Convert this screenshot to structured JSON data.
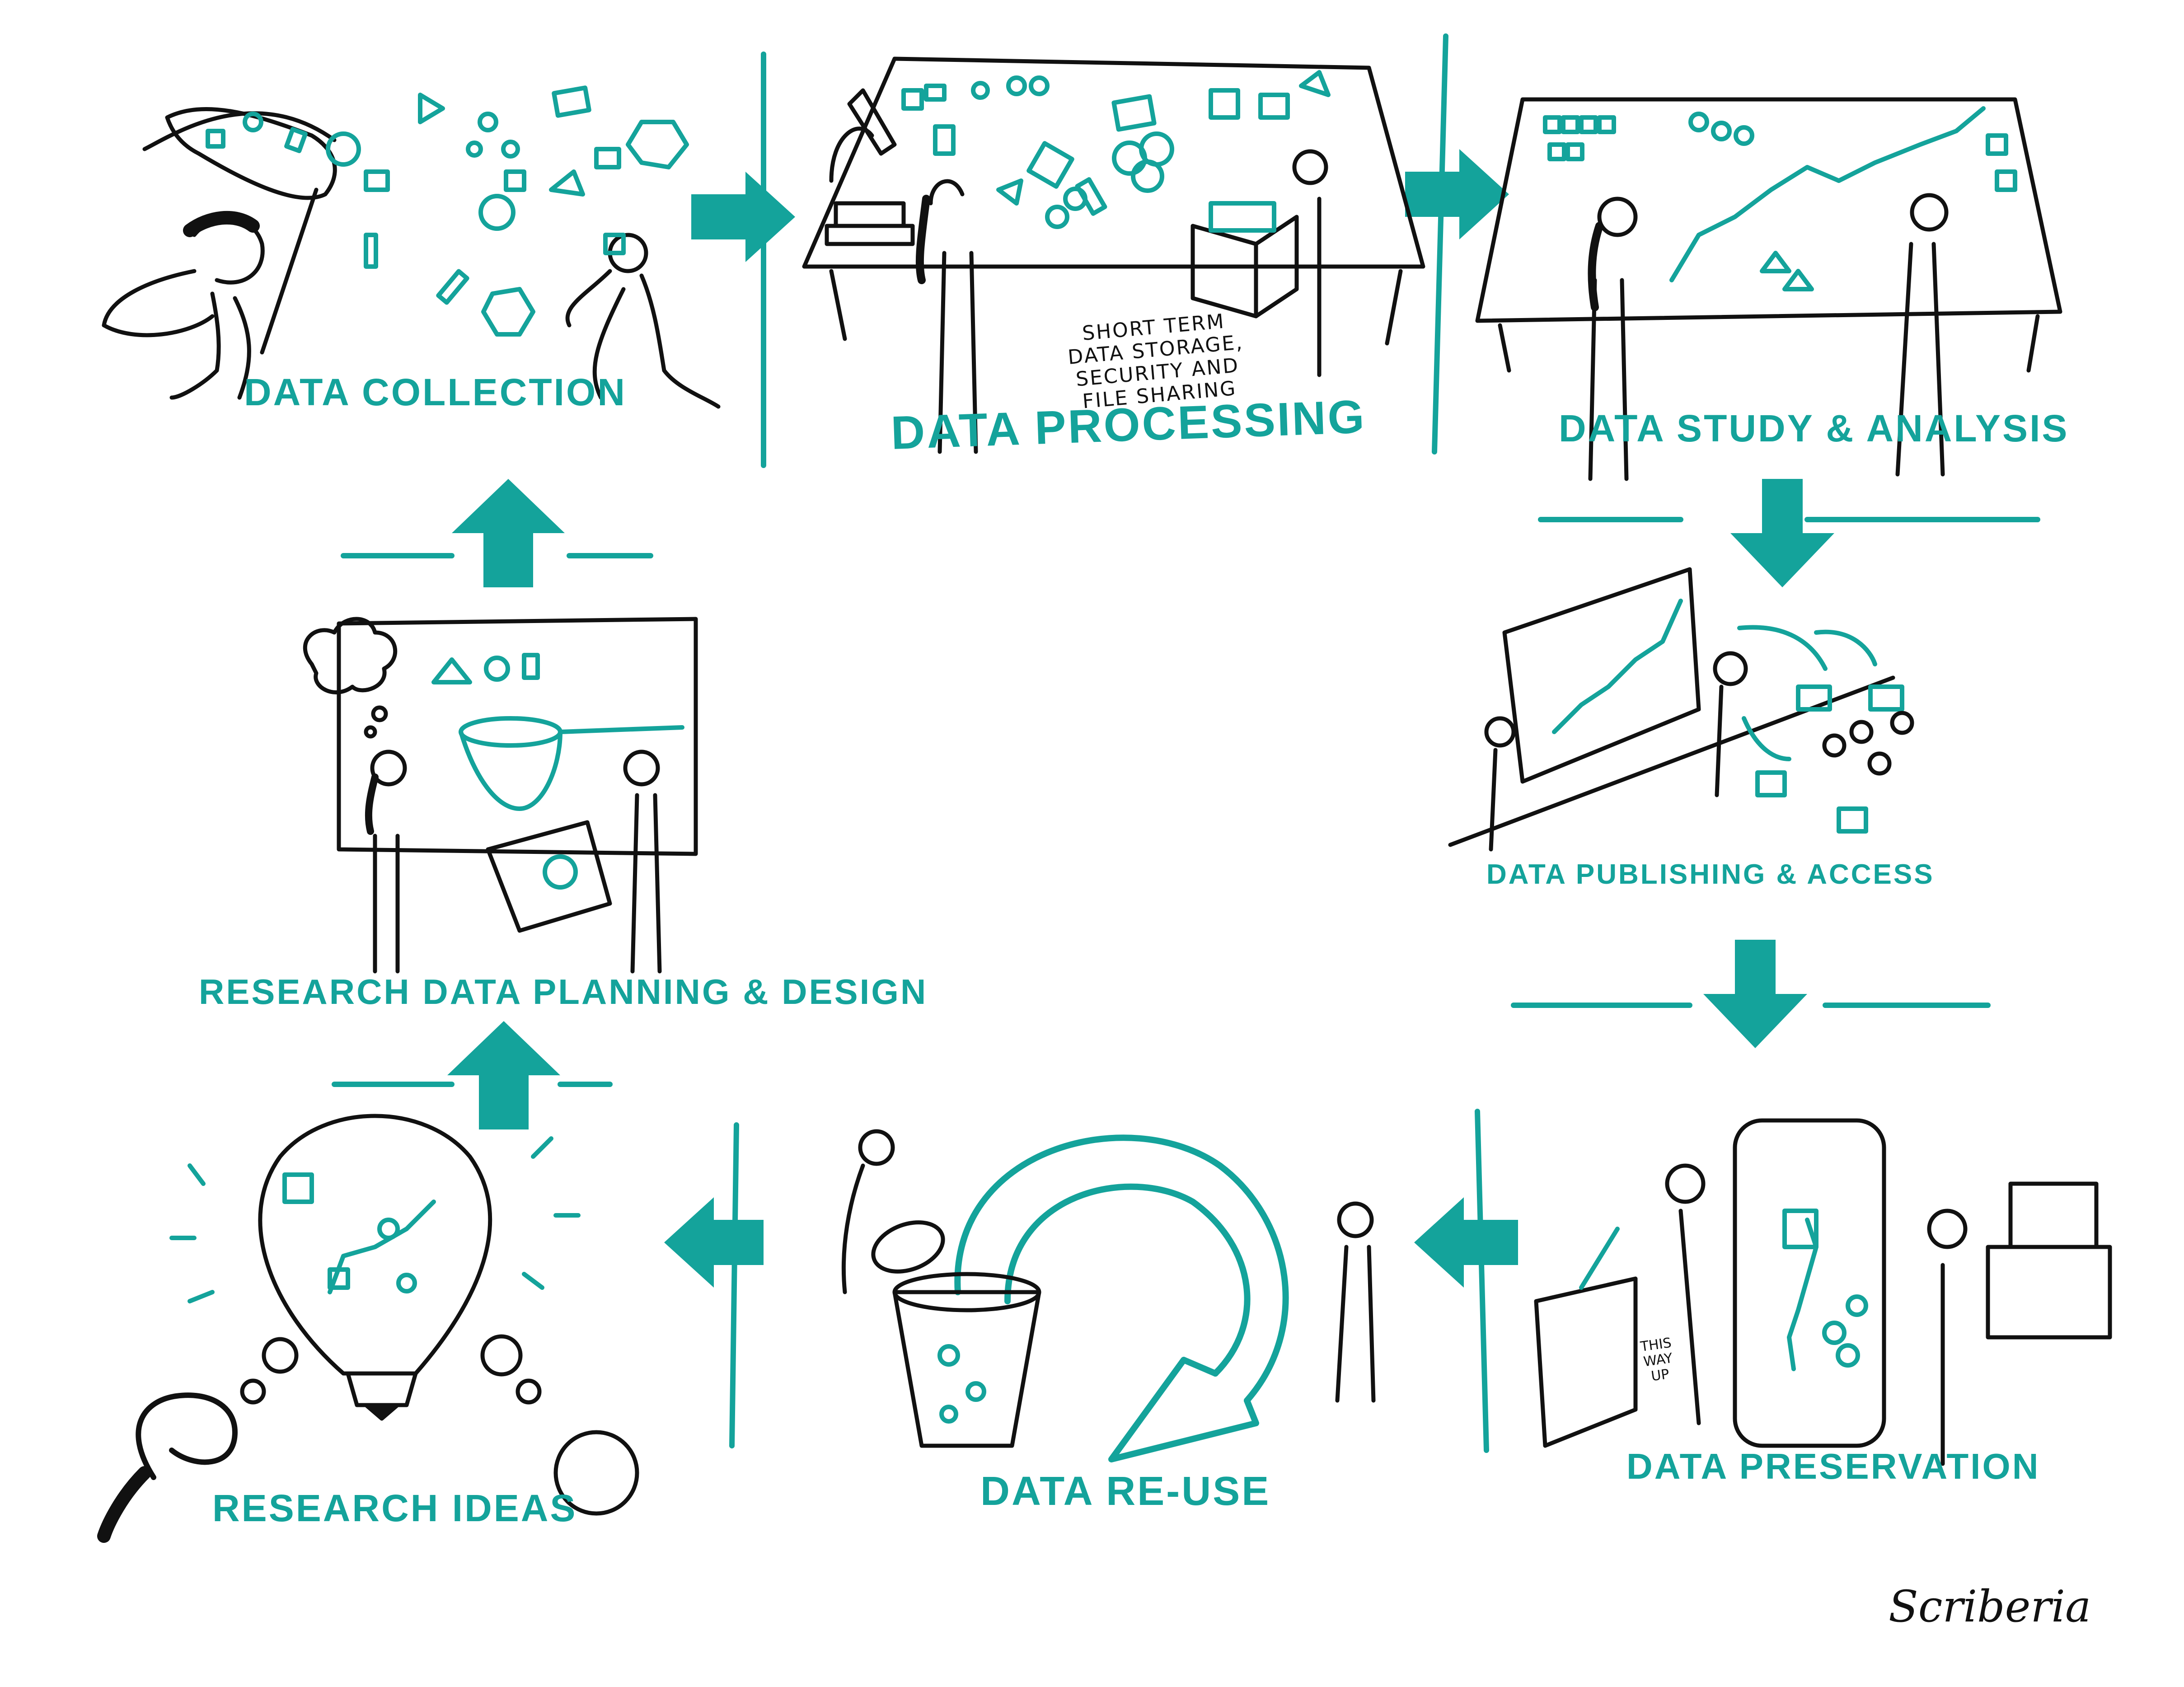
{
  "colors": {
    "accent": "#14a39b",
    "ink": "#111111",
    "background": "#ffffff"
  },
  "stages": {
    "collection": "DATA COLLECTION",
    "processing": "DATA PROCESSING",
    "analysis": "DATA STUDY & ANALYSIS",
    "publishing": "DATA PUBLISHING & ACCESS",
    "preservation": "DATA PRESERVATION",
    "reuse": "DATA  RE-USE",
    "ideas": "RESEARCH IDEAS",
    "planning": "RESEARCH DATA PLANNING & DESIGN"
  },
  "notes": {
    "storage": "SHORT TERM\nDATA STORAGE,\nSECURITY AND\nFILE SHARING",
    "box_label": "THIS\nWAY\nUP"
  },
  "brand": "Scriberia"
}
